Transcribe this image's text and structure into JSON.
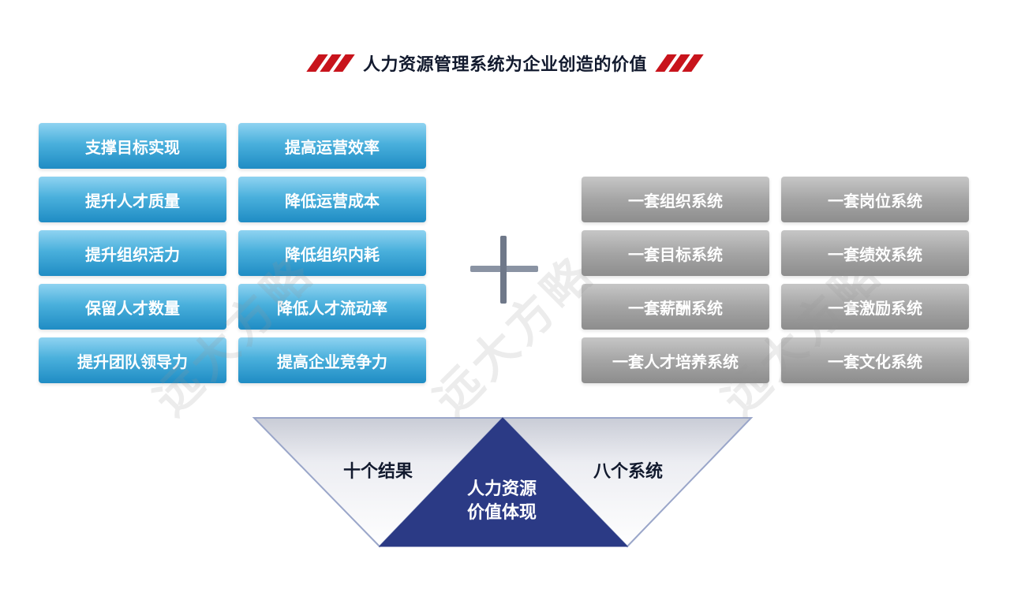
{
  "title": "人力资源管理系统为企业创造的价值",
  "results": [
    "支撑目标实现",
    "提升人才质量",
    "提升组织活力",
    "保留人才数量",
    "提升团队领导力",
    "提高运营效率",
    "降低运营成本",
    "降低组织内耗",
    "降低人才流动率",
    "提高企业竞争力"
  ],
  "systems": [
    "一套组织系统",
    "一套目标系统",
    "一套薪酬系统",
    "一套人才培养系统",
    "一套岗位系统",
    "一套绩效系统",
    "一套激励系统",
    "一套文化系统"
  ],
  "diagram": {
    "left_label": "十个结果",
    "right_label": "八个系统",
    "center_line1": "人力资源",
    "center_line2": "价值体现"
  },
  "watermark": "远大方略",
  "colors": {
    "accent_red": "#c8141c",
    "blue_box": "#1f8cc4",
    "gray_box": "#8d8d8d",
    "navy": "#2b3a85"
  }
}
